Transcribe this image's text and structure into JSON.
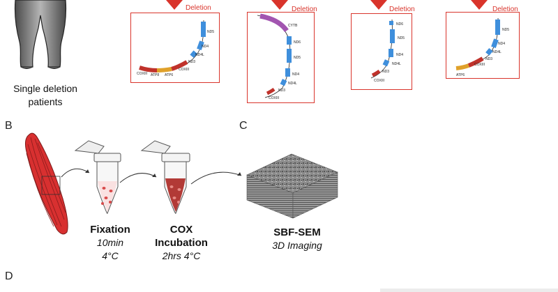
{
  "panel_a": {
    "caption_line1": "Single deletion",
    "caption_line2": "patients",
    "deletion_label": "Deletion",
    "boxes": [
      {
        "genes": [
          "ND5",
          "ND4",
          "ND4L",
          "ND3",
          "COXIII",
          "ATP6",
          "ATP8",
          "COXIII"
        ]
      },
      {
        "genes": [
          "CYTB",
          "ND6",
          "ND5",
          "ND4",
          "ND4L",
          "ND3",
          "COXIII"
        ]
      },
      {
        "genes": [
          "ND6",
          "ND5",
          "ND4",
          "ND4L",
          "ND3",
          "COXIII"
        ]
      },
      {
        "genes": [
          "ND5",
          "ND4",
          "ND4L",
          "ND3",
          "COXIII",
          "ATP6"
        ]
      }
    ]
  },
  "panel_b": {
    "letter": "B",
    "steps": [
      {
        "title": "Fixation",
        "sub1": "10min",
        "sub2": "4°C"
      },
      {
        "title_line1": "COX",
        "title_line2": "Incubation",
        "sub": "2hrs 4°C"
      }
    ]
  },
  "panel_c": {
    "letter": "C",
    "title": "SBF-SEM",
    "sub": "3D Imaging"
  },
  "panel_d": {
    "letter": "D"
  },
  "colors": {
    "deletion_red": "#d9342b",
    "gene_blue": "#3f8fdc",
    "gene_red": "#c0322b",
    "gene_orange": "#e0a12a",
    "gene_purple": "#a255b0",
    "muscle_red": "#d83030"
  }
}
